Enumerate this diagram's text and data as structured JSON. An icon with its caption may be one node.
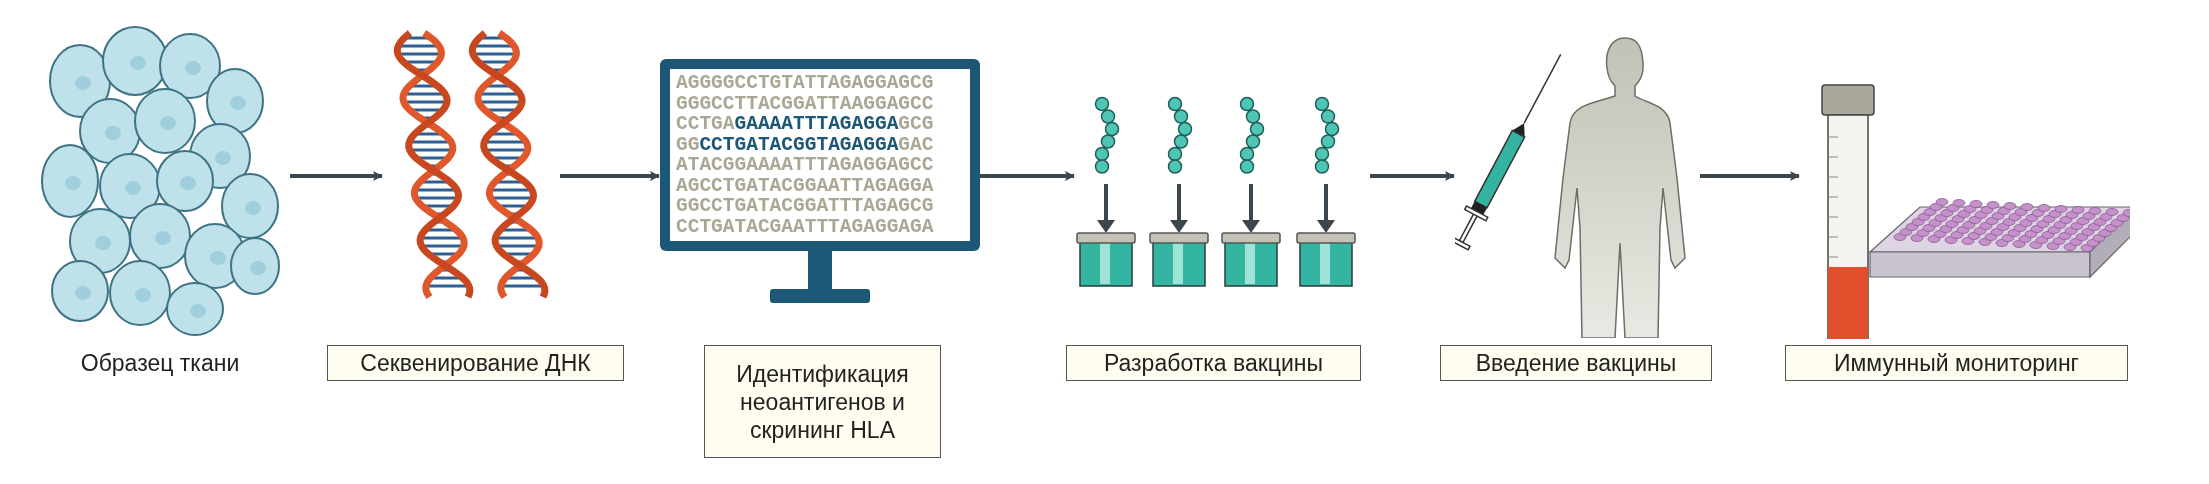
{
  "diagram": {
    "nodes": [
      {
        "text": [],
        "shape": "picture"
      },
      {
        "text": [
          "Образец ткани"
        ]
      },
      {
        "text": [],
        "shape": "picture"
      },
      {
        "text": [
          "Секвенирование ДНК"
        ]
      },
      {
        "text": [],
        "shape": "picture"
      },
      {
        "text": [
          "Идентификация неоантигенов и скрининг HLA"
        ]
      },
      {
        "text": [],
        "shape": "picture"
      },
      {
        "text": [
          "Разработка вакцины"
        ]
      },
      {
        "text": [],
        "shape": "picture"
      },
      {
        "text": [
          "Введение вакцины"
        ]
      },
      {
        "text": [],
        "shape": "picture"
      },
      {
        "text": [
          "Иммунный мониторинг"
        ]
      }
    ],
    "edges": [
      {
        "from": 0,
        "to": 2,
        "arrow": "to"
      },
      {
        "from": 2,
        "to": 4,
        "arrow": "to"
      },
      {
        "from": 4,
        "to": 6,
        "arrow": "to"
      },
      {
        "from": 6,
        "to": 8,
        "arrow": "to"
      },
      {
        "from": 8,
        "to": 10,
        "arrow": "to"
      }
    ],
    "labels": [
      "AGGGGCCTGTATTAGAGGAGCG",
      "GGGCCTTACGGATTAAGGAGCC",
      "CCTGA**GAAAATTTAGAGGA**GCG",
      "GG**CCTGATACGGTAGAGGA**GAC",
      "ATACGGAAAATTTAGAGGAGCC",
      "AGCCTGATACGGAATTAGAGGA",
      "GGCCTGATACGGATTTAGAGCG",
      "CCTGATACGAATTTAGAGGAGA"
    ]
  }
}
